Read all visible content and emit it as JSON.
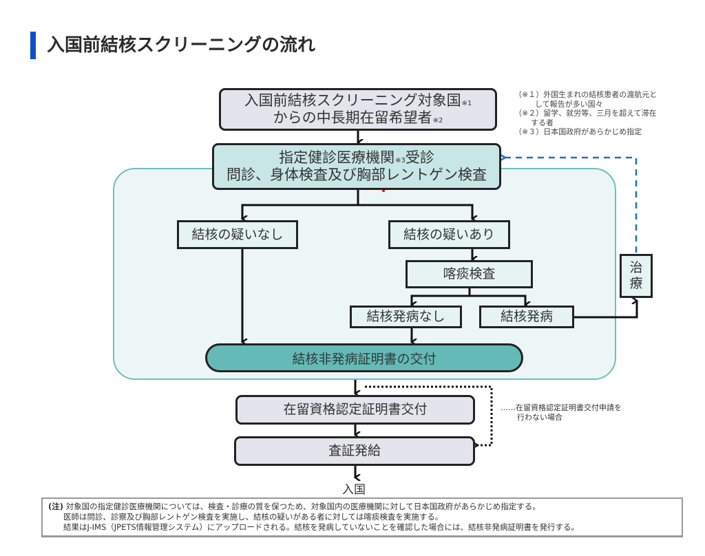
{
  "heading": {
    "title": "入国前結核スクリーニングの流れ",
    "accent_color": "#0a50cc"
  },
  "flow": {
    "applicant": {
      "line1": "入国前結核スクリーニング対象国",
      "note1": "※1",
      "line2": "からの中長期在留希望者",
      "note2": "※2"
    },
    "clinic": {
      "line1a": "指定健診医療機関",
      "note3": "※3",
      "line1b": "受診",
      "line2": "問診、身体検査及び胸部レントゲン検査"
    },
    "no_suspicion": "結核の疑いなし",
    "suspicion": "結核の疑いあり",
    "sputum_test": "喀痰検査",
    "no_onset": "結核発病なし",
    "onset": "結核発病",
    "treatment": {
      "char1": "治",
      "char2": "療"
    },
    "certificate": "結核非発病証明書の交付",
    "residence_cert": "在留資格認定証明書交付",
    "visa": "査証発給",
    "entry": "入国"
  },
  "notes": [
    {
      "label": "（※１）",
      "line1": "外国生まれの結核患者の渡航元と",
      "line2": "して報告が多い国々"
    },
    {
      "label": "（※２）",
      "line1": "留学、就労等、三月を超えて滞在",
      "line2": "する者"
    },
    {
      "label": "（※３）",
      "line1": "日本国政府があらかじめ指定",
      "line2": ""
    }
  ],
  "side_note": {
    "prefix": "……",
    "line1": "在留資格認定証明書交付申請を",
    "line2": "行わない場合"
  },
  "footnote": {
    "label": "(注)",
    "line1": "対象国の指定健診医療機関については、検査・診療の質を保つため、対象国内の医療機関に対して日本国政府があらかじめ指定する。",
    "line2": "医師は問診、診察及び胸部レントゲン検査を実施し、結核の疑いがある者に対しては喀痰検査を実施する。",
    "line3": "結果はJ-IMS（JPETS情報管理システム）にアップロードされる。結核を発病していないことを確認した場合には、結核非発病証明書を発行する。"
  },
  "colors": {
    "container_border": "#6dbfbf",
    "container_fill": "#edf6f7",
    "certificate_fill": "#64bab6",
    "dashed_arrow": "#1f6fc8"
  }
}
